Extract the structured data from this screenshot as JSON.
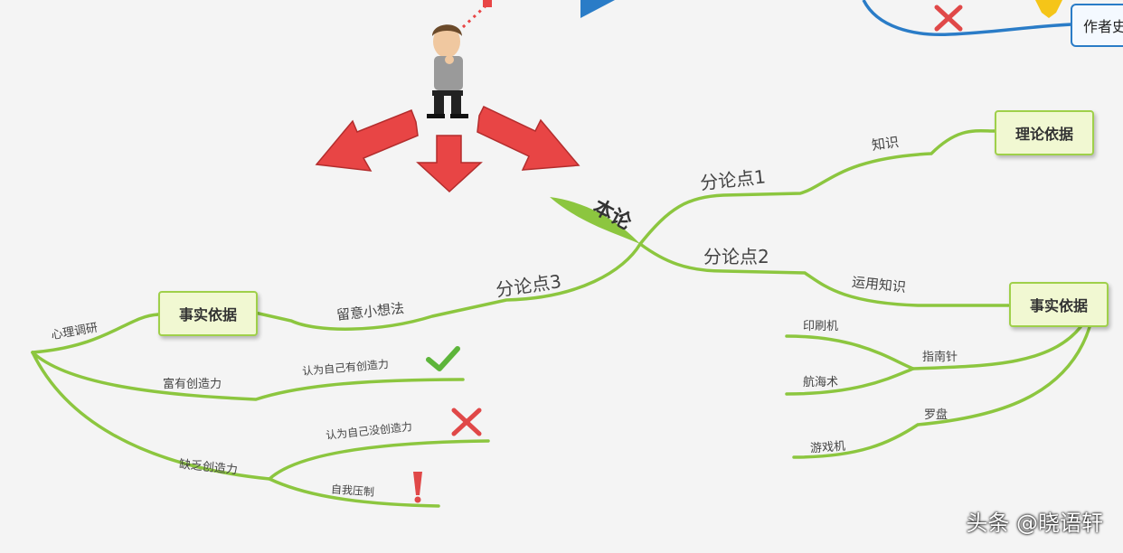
{
  "center": {
    "label": "本论"
  },
  "branches": {
    "p1": {
      "label": "分论点1",
      "sub": "知识",
      "box": "理论依据"
    },
    "p2": {
      "label": "分论点2",
      "sub": "运用知识",
      "box": "事实依据",
      "leaves": {
        "l1": "印刷机",
        "l2": "指南针",
        "l3": "航海术",
        "l4": "罗盘",
        "l5": "游戏机"
      }
    },
    "p3": {
      "label": "分论点3",
      "sub": "留意小想法",
      "box": "事实依据",
      "leaves": {
        "root": "心理调研",
        "a": "富有创造力",
        "a1": "认为自己有创造力",
        "b": "缺乏创造力",
        "b1": "认为自己没创造力",
        "b2": "自我压制"
      }
    }
  },
  "top_right": {
    "box": "作者史"
  },
  "watermark": "头条 @晓语轩",
  "colors": {
    "branch": "#8cc63f",
    "arrow": "#e84545",
    "box_fill": "#f1f8d2",
    "blue": "#2a7cc7"
  }
}
